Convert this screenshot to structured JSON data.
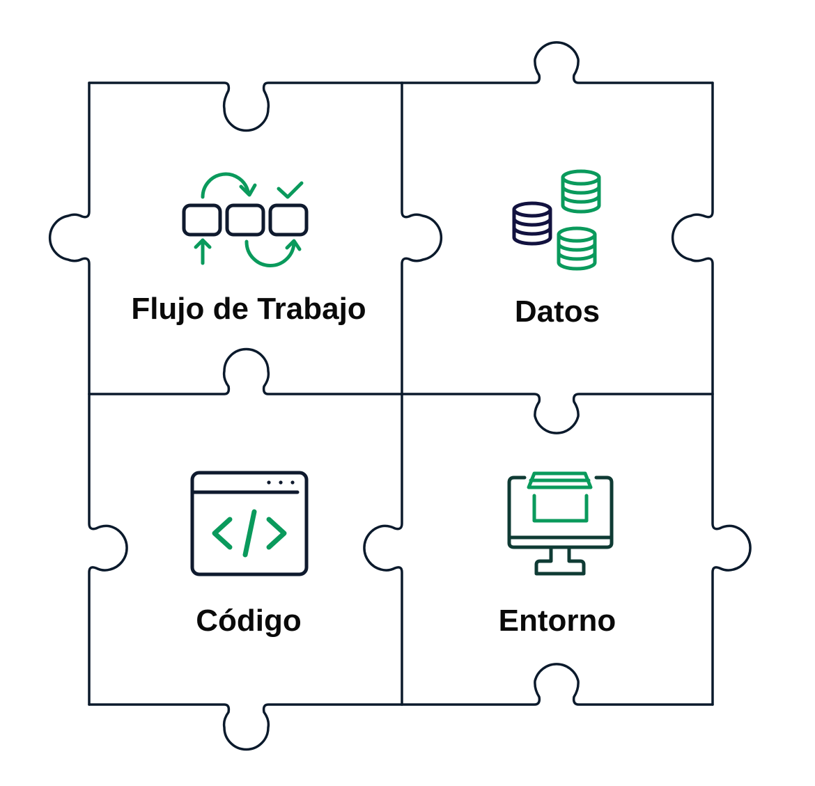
{
  "diagram": {
    "type": "jigsaw-puzzle",
    "colors": {
      "outline": "#0b1a2c",
      "accent": "#0a9a5c",
      "secondary_dark": "#12123f",
      "monitor": "#0f3b34",
      "text": "#0a0a0a"
    },
    "pieces": [
      {
        "id": "workflow",
        "label": "Flujo de Trabajo",
        "icon": "workflow-icon",
        "position": "top-left"
      },
      {
        "id": "data",
        "label": "Datos",
        "icon": "database-icon",
        "position": "top-right"
      },
      {
        "id": "code",
        "label": "Código",
        "icon": "code-window-icon",
        "position": "bottom-left"
      },
      {
        "id": "environment",
        "label": "Entorno",
        "icon": "monitor-package-icon",
        "position": "bottom-right"
      }
    ]
  }
}
